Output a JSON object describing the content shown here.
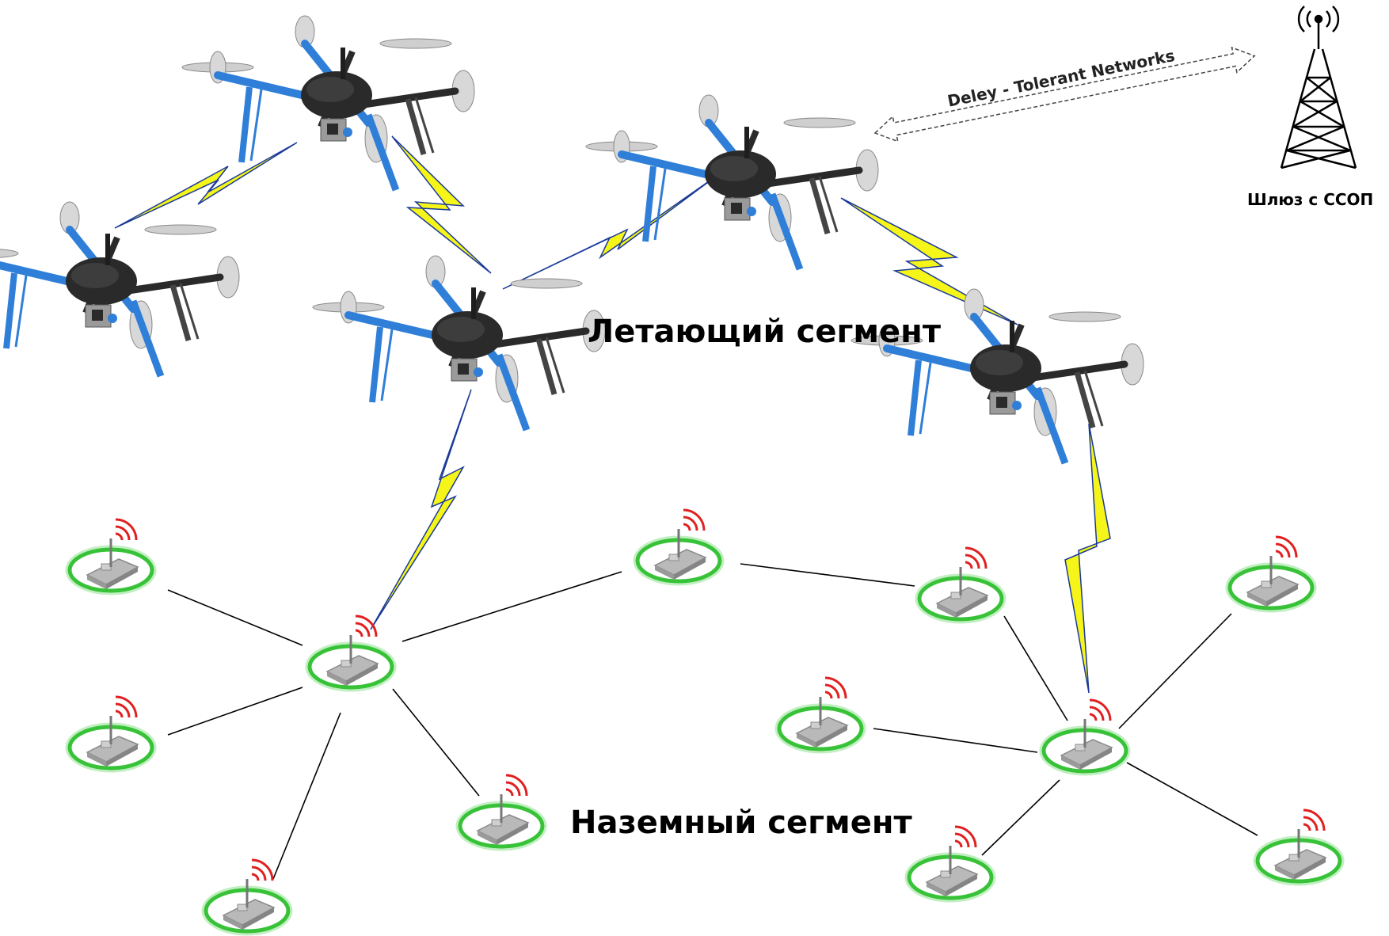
{
  "labels": {
    "flying_segment": "Летающий сегмент",
    "ground_segment": "Наземный сегмент",
    "gateway": "Шлюз с ССОП",
    "dtn_link": "Deley - Tolerant Networks"
  },
  "colors": {
    "drone_frame": "#2f7fd8",
    "drone_body": "#2a2a2a",
    "radio_link": "#f5f51a",
    "node_ring": "#38c238",
    "signal_waves": "#e02020",
    "wired_link": "#000000"
  },
  "icons": {
    "drone": "quadcopter-icon",
    "sensor_node": "sensor-node-icon",
    "tower": "radio-tower-icon"
  }
}
